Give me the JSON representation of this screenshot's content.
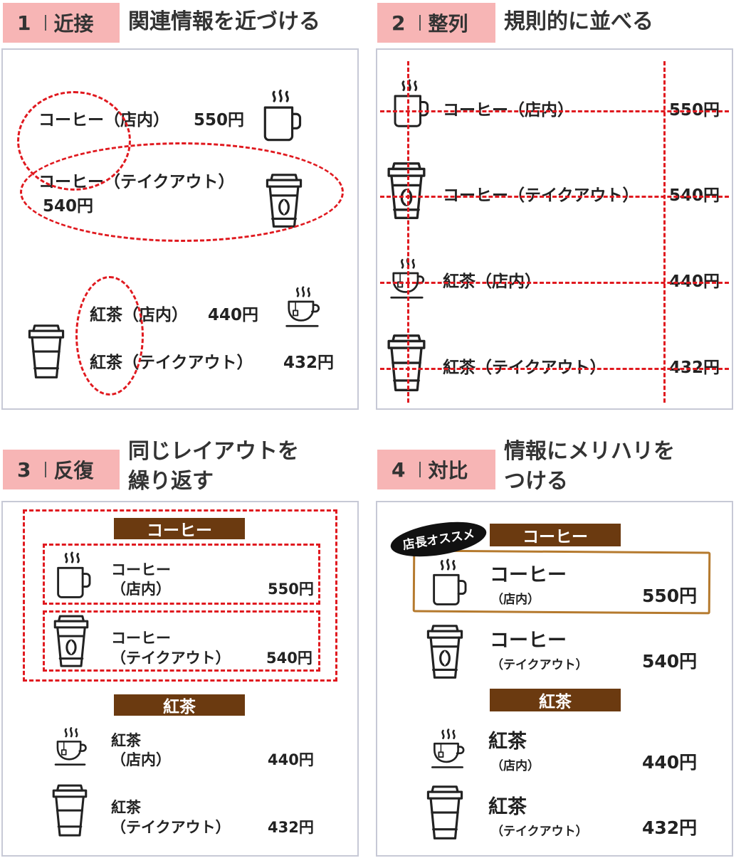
{
  "principles": {
    "p1": {
      "num": "1",
      "word": "近接",
      "title": "関連情報を近づける"
    },
    "p2": {
      "num": "2",
      "word": "整列",
      "title": "規則的に並べる"
    },
    "p3": {
      "num": "3",
      "word": "反復",
      "title_l1": "同じレイアウトを",
      "title_l2": "繰り返す"
    },
    "p4": {
      "num": "4",
      "word": "対比",
      "title_l1": "情報にメリハリを",
      "title_l2": "つける"
    }
  },
  "menu": {
    "coffee_header": "コーヒー",
    "tea_header": "紅茶",
    "coffee": "コーヒー",
    "tea": "紅茶",
    "dine_in": "（店内）",
    "takeout": "（テイクアウト）",
    "p1_coffee_dine": "コーヒー（店内）",
    "p1_coffee_take": "コーヒー（テイクアウト）",
    "p1_tea_dine": "紅茶（店内）",
    "p1_tea_take": "紅茶（テイクアウト）",
    "p2_coffee_dine": "コーヒー（店内）",
    "p2_coffee_take": "コーヒー（テイクアウト）",
    "p2_tea_dine": "紅茶（店内）",
    "p2_tea_take": "紅茶（テイクアウト）",
    "price_coffee_dine": "550円",
    "price_coffee_take": "540円",
    "price_tea_dine": "440円",
    "price_tea_take": "432円",
    "recommend": "店長オススメ"
  },
  "colors": {
    "tag_bg": "#f7b5b5",
    "dash": "#e0191f",
    "header_bar": "#6b3a10",
    "highlight_border": "#b57a2e",
    "panel_border": "#c7c9d6"
  },
  "icons": [
    "hot-mug-icon",
    "takeout-cup-icon",
    "coffee-bean-icon",
    "tea-cup-icon"
  ]
}
